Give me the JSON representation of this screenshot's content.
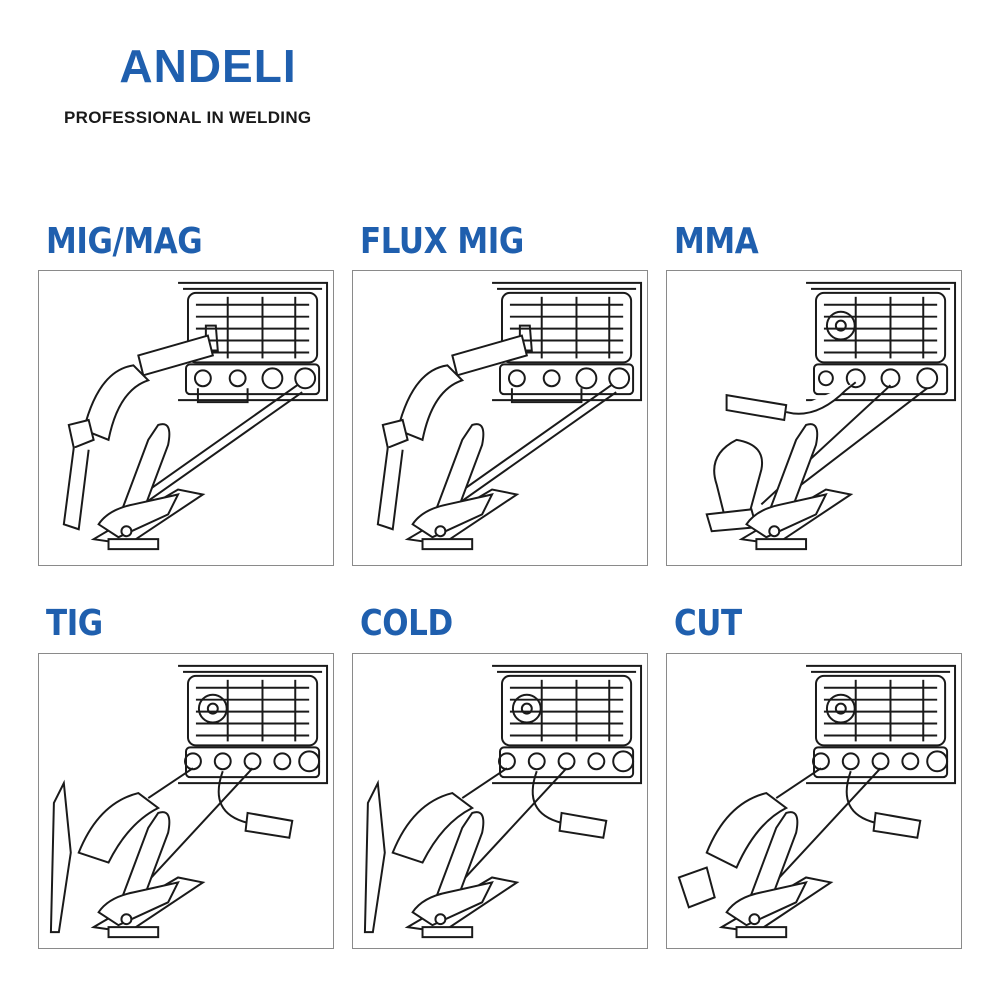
{
  "brand": {
    "name": "ANDELI",
    "tagline": "PROFESSIONAL IN WELDING",
    "color": "#1f5fae"
  },
  "modes": [
    {
      "title": "MIG/MAG",
      "accessory": "mig-torch-icon"
    },
    {
      "title": "FLUX MIG",
      "accessory": "mig-torch-icon"
    },
    {
      "title": "MMA",
      "accessory": "electrode-holder-icon"
    },
    {
      "title": "TIG",
      "accessory": "tig-torch-icon"
    },
    {
      "title": "COLD",
      "accessory": "tig-torch-icon"
    },
    {
      "title": "CUT",
      "accessory": "plasma-torch-icon"
    }
  ]
}
